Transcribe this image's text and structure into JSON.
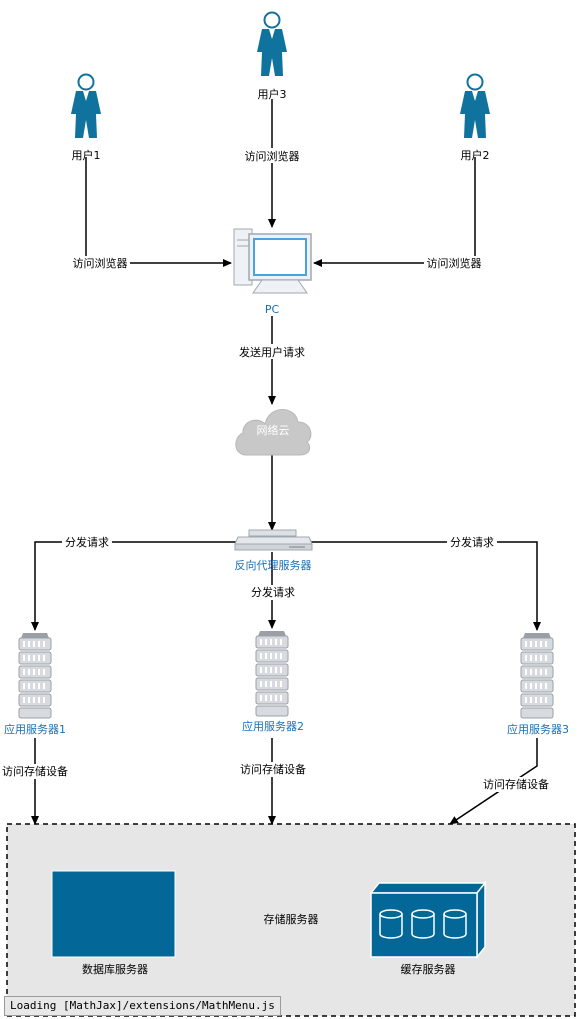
{
  "colors": {
    "person": "#10739e",
    "server_blue": "#1a6fb5",
    "cloud": "#c8c8c8",
    "storage_fill": "#e6e6e6",
    "db_box": "#036897"
  },
  "users": {
    "user1": "用户1",
    "user2": "用户2",
    "user3": "用户3"
  },
  "edges": {
    "browse1": "访问浏览器",
    "browse2": "访问浏览器",
    "browse3": "访问浏览器",
    "send_request": "发送用户请求",
    "dispatch_left": "分发请求",
    "dispatch_mid": "分发请求",
    "dispatch_right": "分发请求",
    "access_storage1": "访问存储设备",
    "access_storage2": "访问存储设备",
    "access_storage3": "访问存储设备"
  },
  "nodes": {
    "pc": "PC",
    "cloud": "网络云",
    "reverse_proxy": "反向代理服务器",
    "app_server1": "应用服务器1",
    "app_server2": "应用服务器2",
    "app_server3": "应用服务器3",
    "storage_group": "存储服务器",
    "db_server": "数据库服务器",
    "cache_server": "缓存服务器"
  },
  "icons": [
    "user-icon",
    "pc-icon",
    "cloud-icon",
    "proxy-server-icon",
    "rack-server-icon",
    "database-box-icon",
    "cache-storage-icon"
  ],
  "status_bar": "Loading [MathJax]/extensions/MathMenu.js"
}
